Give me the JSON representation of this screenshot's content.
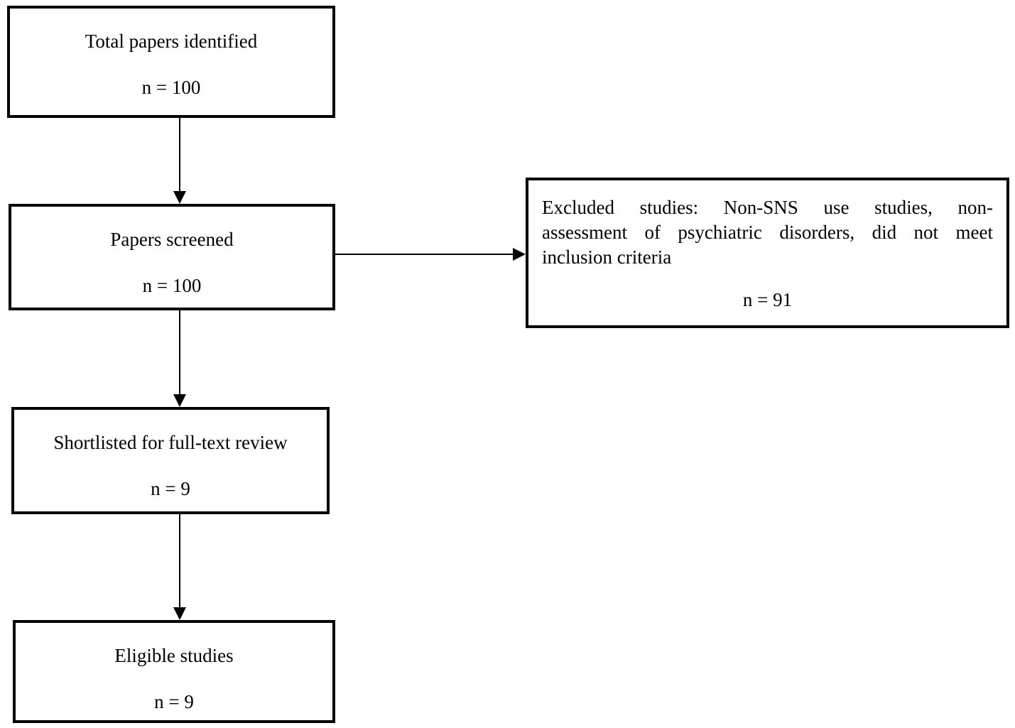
{
  "diagram": {
    "type": "flowchart",
    "colors": {
      "border": "#000000",
      "background": "#ffffff",
      "text": "#000000"
    },
    "boxes": {
      "identified": {
        "label": "Total papers identified",
        "count": "n = 100"
      },
      "screened": {
        "label": "Papers screened",
        "count": "n = 100"
      },
      "excluded": {
        "label": "Excluded studies: Non-SNS use studies, non-assessment of psychiatric disorders, did not meet inclusion criteria",
        "lines": [
          "Excluded studies: Non-SNS use studies, non-",
          "assessment of psychiatric disorders, did not meet",
          "inclusion criteria"
        ],
        "count": "n = 91"
      },
      "shortlisted": {
        "label": "Shortlisted for full-text review",
        "count": "n = 9"
      },
      "eligible": {
        "label": "Eligible studies",
        "count": "n = 9"
      }
    }
  }
}
